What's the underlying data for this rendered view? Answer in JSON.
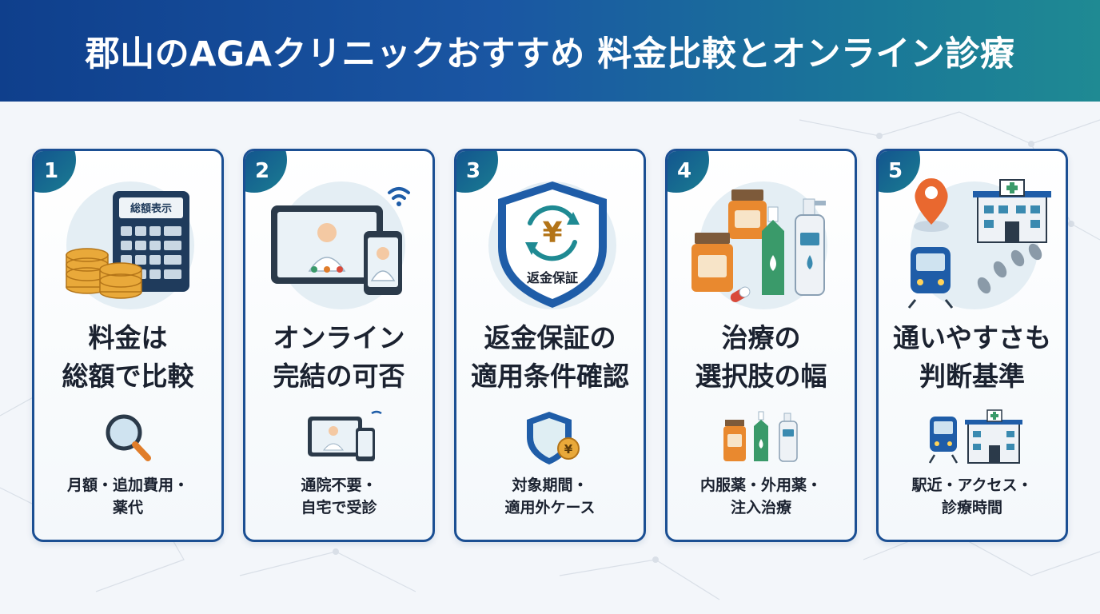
{
  "header": {
    "title": "郡山のAGAクリニックおすすめ 料金比較とオンライン診療"
  },
  "colors": {
    "navy": "#1b4f93",
    "teal": "#1f8a93",
    "orange": "#f28a2f",
    "green": "#3a9a6a"
  },
  "cards": [
    {
      "number": "1",
      "title_line1": "料金は",
      "title_line2": "総額で比較",
      "desc_line1": "月額・追加費用・",
      "desc_line2": "薬代",
      "badge_label": "総額表示",
      "icon": "calculator-coins-icon",
      "small_icon": "magnifier-icon"
    },
    {
      "number": "2",
      "title_line1": "オンライン",
      "title_line2": "完結の可否",
      "desc_line1": "通院不要・",
      "desc_line2": "自宅で受診",
      "icon": "video-consultation-icon",
      "small_icon": "tablet-phone-icon"
    },
    {
      "number": "3",
      "title_line1": "返金保証の",
      "title_line2": "適用条件確認",
      "desc_line1": "対象期間・",
      "desc_line2": "適用外ケース",
      "shield_label": "返金保証",
      "yen_symbol": "¥",
      "icon": "refund-shield-icon",
      "small_icon": "shield-yen-icon"
    },
    {
      "number": "4",
      "title_line1": "治療の",
      "title_line2": "選択肢の幅",
      "desc_line1": "内服薬・外用薬・",
      "desc_line2": "注入治療",
      "icon": "medicine-bottles-icon",
      "small_icon": "medicine-small-icon"
    },
    {
      "number": "5",
      "title_line1": "通いやすさも",
      "title_line2": "判断基準",
      "desc_line1": "駅近・アクセス・",
      "desc_line2": "診療時間",
      "icon": "map-pin-hospital-train-icon",
      "small_icon": "train-hospital-icon"
    }
  ]
}
